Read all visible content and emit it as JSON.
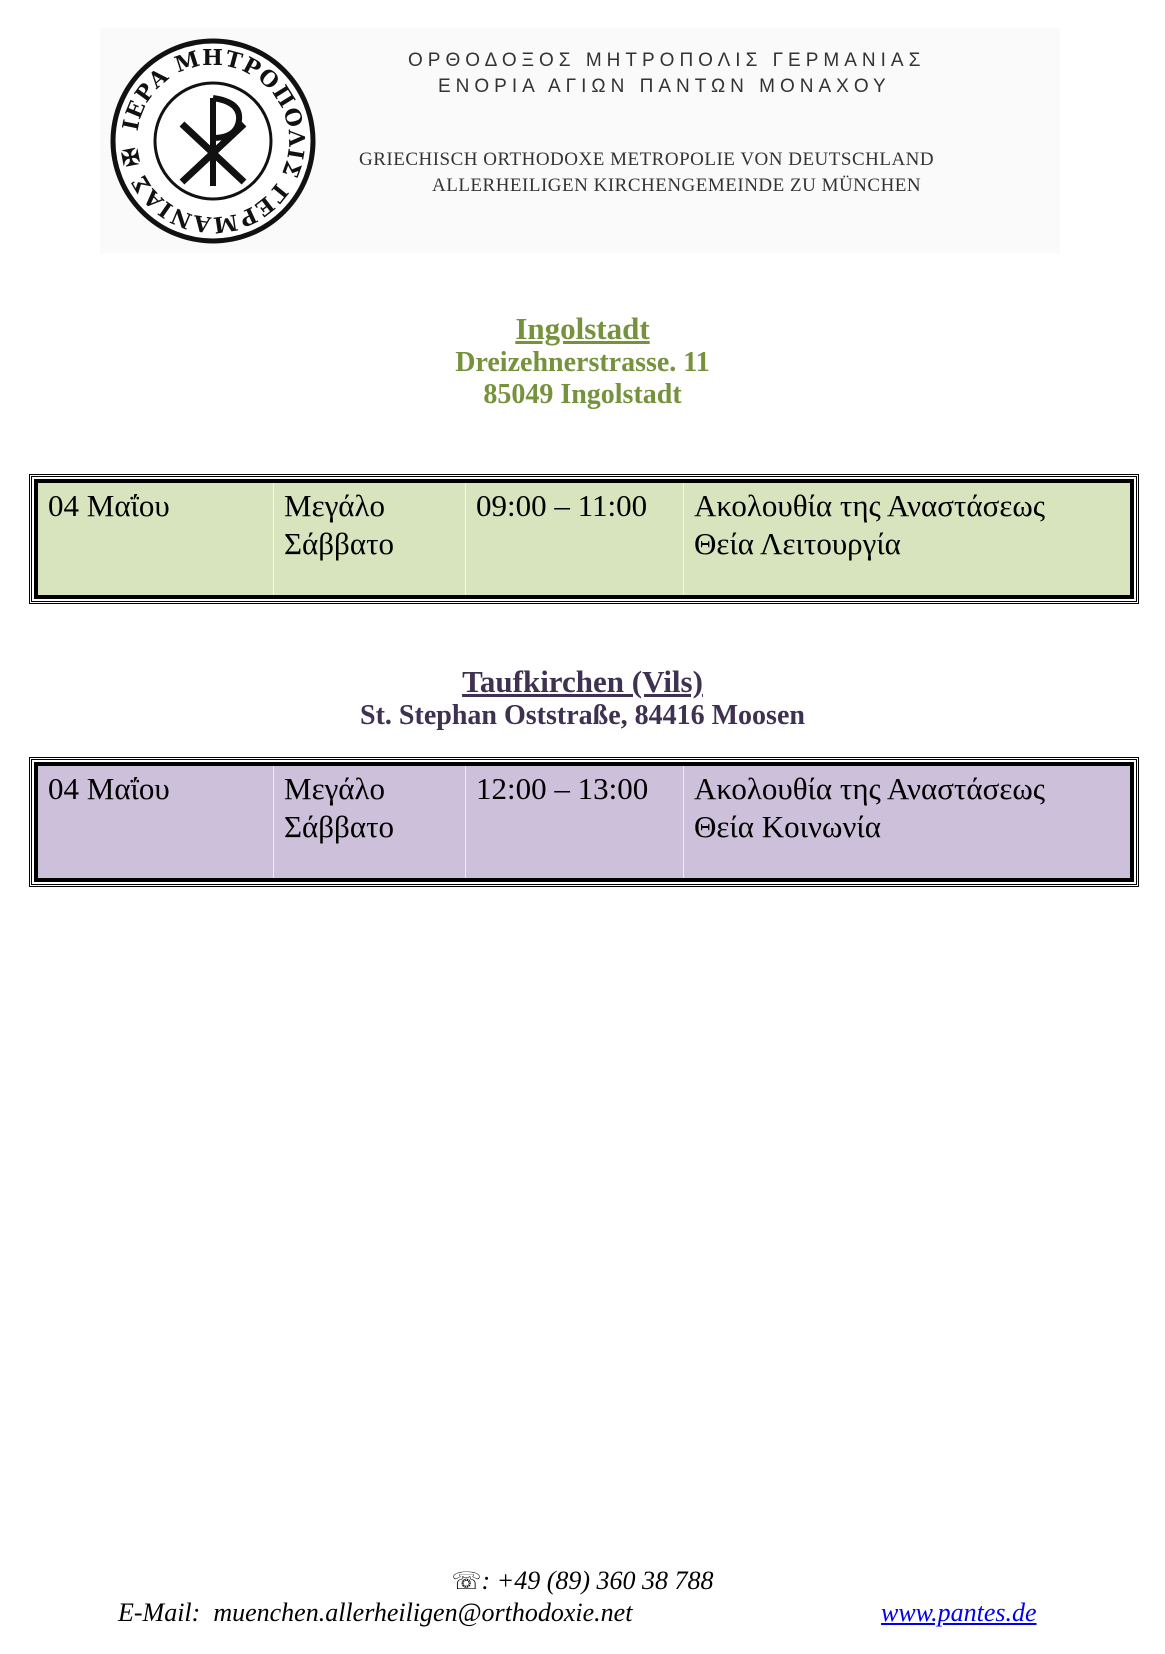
{
  "header": {
    "seal_text": "ΙΕΡΑ ΜΗΤΡΟΠΟΛΙΣ ΓΕΡΜΑΝΙΑΣ",
    "greek_line1": "ΟΡΘΟΔΟΞΟΣ ΜΗΤΡΟΠΟΛΙΣ ΓΕΡΜΑΝΙΑΣ",
    "greek_line2": "ΕΝΟΡΙΑ ΑΓΙΩΝ ΠΑΝΤΩΝ ΜΟΝΑΧΟΥ",
    "german_line1": "GRIECHISCH ORTHODOXE METROPOLIE VON DEUTSCHLAND",
    "german_line2": "ALLERHEILIGEN KIRCHENGEMEINDE ZU MÜNCHEN"
  },
  "locations": [
    {
      "title": "Ingolstadt",
      "address_lines": [
        "Dreizehnerstrasse. 11",
        "85049 Ingolstadt"
      ],
      "color": "#76923c",
      "row_bg": "#d7e4bd",
      "row": {
        "date": "04 Μαΐου",
        "day": [
          "Μεγάλο",
          "Σάββατο"
        ],
        "time": "09:00 – 11:00",
        "service": [
          "Ακολουθία της Αναστάσεως",
          "Θεία Λειτουργία"
        ]
      }
    },
    {
      "title": "Taufkirchen (Vils)",
      "address_lines": [
        "St. Stephan Oststraße, 84416 Moosen"
      ],
      "color": "#3f3151",
      "row_bg": "#ccc0da",
      "row": {
        "date": "04 Μαΐου",
        "day": [
          "Μεγάλο",
          "Σάββατο"
        ],
        "time": "12:00 – 13:00",
        "service": [
          "Ακολουθία της Αναστάσεως",
          "Θεία Κοινωνία"
        ]
      }
    }
  ],
  "footer": {
    "phone_icon": "telephone-icon",
    "phone": ":  +49 (89) 360 38 788",
    "email_label": "E-Mail:",
    "email": "muenchen.allerheiligen@orthodoxie.net",
    "website": "www.pantes.de"
  }
}
